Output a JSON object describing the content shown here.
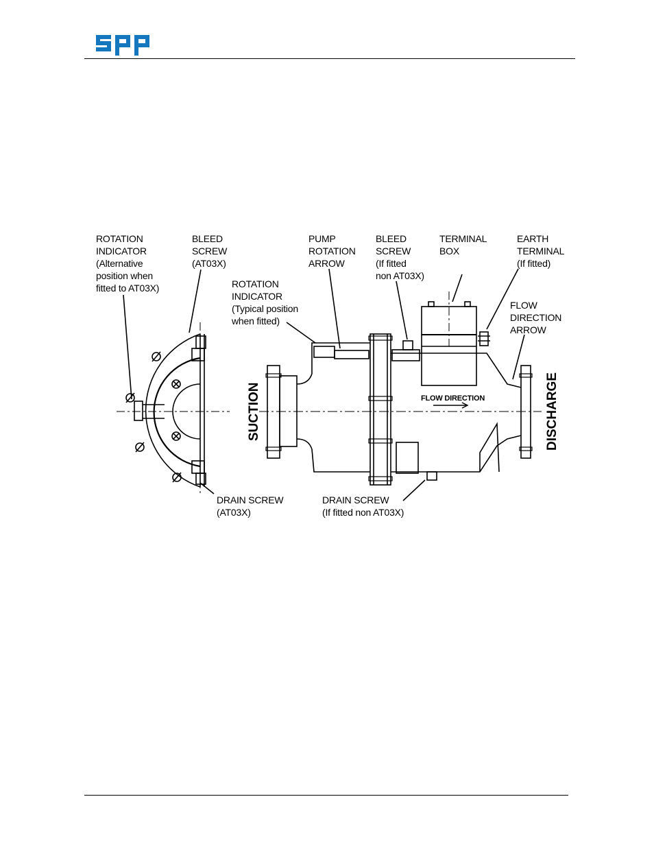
{
  "logo": {
    "text": "spp",
    "color": "#1577bd"
  },
  "labels": {
    "rotation_indicator_alt": [
      "ROTATION",
      "INDICATOR",
      "(Alternative",
      "position when",
      "fitted to AT03X)"
    ],
    "bleed_screw_at03x": [
      "BLEED",
      "SCREW",
      "(AT03X)"
    ],
    "rotation_indicator_typ": [
      "ROTATION",
      "INDICATOR",
      "(Typical position",
      "when fitted)"
    ],
    "pump_rotation_arrow": [
      "PUMP",
      "ROTATION",
      "ARROW"
    ],
    "bleed_screw_non": [
      "BLEED",
      "SCREW",
      "(If fitted",
      "non AT03X)"
    ],
    "terminal_box": [
      "TERMINAL",
      "BOX"
    ],
    "earth_terminal": [
      "EARTH",
      "TERMINAL",
      "(If fitted)"
    ],
    "flow_direction_arrow": [
      "FLOW",
      "DIRECTION",
      "ARROW"
    ],
    "flow_direction": "FLOW DIRECTION",
    "suction": "SUCTION",
    "discharge": "DISCHARGE",
    "drain_screw_at03x": [
      "DRAIN SCREW",
      "(AT03X)"
    ],
    "drain_screw_non": [
      "DRAIN SCREW",
      "(If fitted non AT03X)"
    ]
  }
}
